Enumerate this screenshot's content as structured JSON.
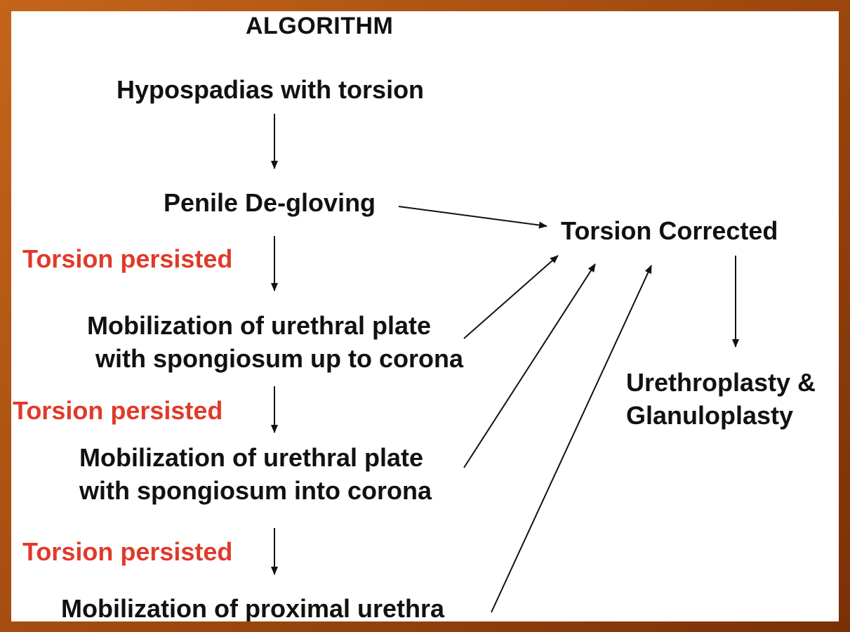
{
  "title": "ALGORITHM",
  "nodes": {
    "start": "Hypospadias with torsion",
    "degloving": "Penile De-gloving",
    "mobilization_1": {
      "line1": "Mobilization of urethral plate",
      "line2": "with spongiosum up to corona"
    },
    "mobilization_2": {
      "line1": "Mobilization of urethral plate",
      "line2": "with spongiosum into corona"
    },
    "mobilization_3": "Mobilization of proximal urethra",
    "corrected": "Torsion Corrected",
    "final": {
      "line1": "Urethroplasty &",
      "line2": "Glanuloplasty"
    }
  },
  "edge_labels": {
    "persisted_1": "Torsion persisted",
    "persisted_2": "Torsion persisted",
    "persisted_3": "Torsion persisted"
  },
  "colors": {
    "text": "#111111",
    "persisted_label": "#e03a2a",
    "frame": "#a44c10"
  }
}
